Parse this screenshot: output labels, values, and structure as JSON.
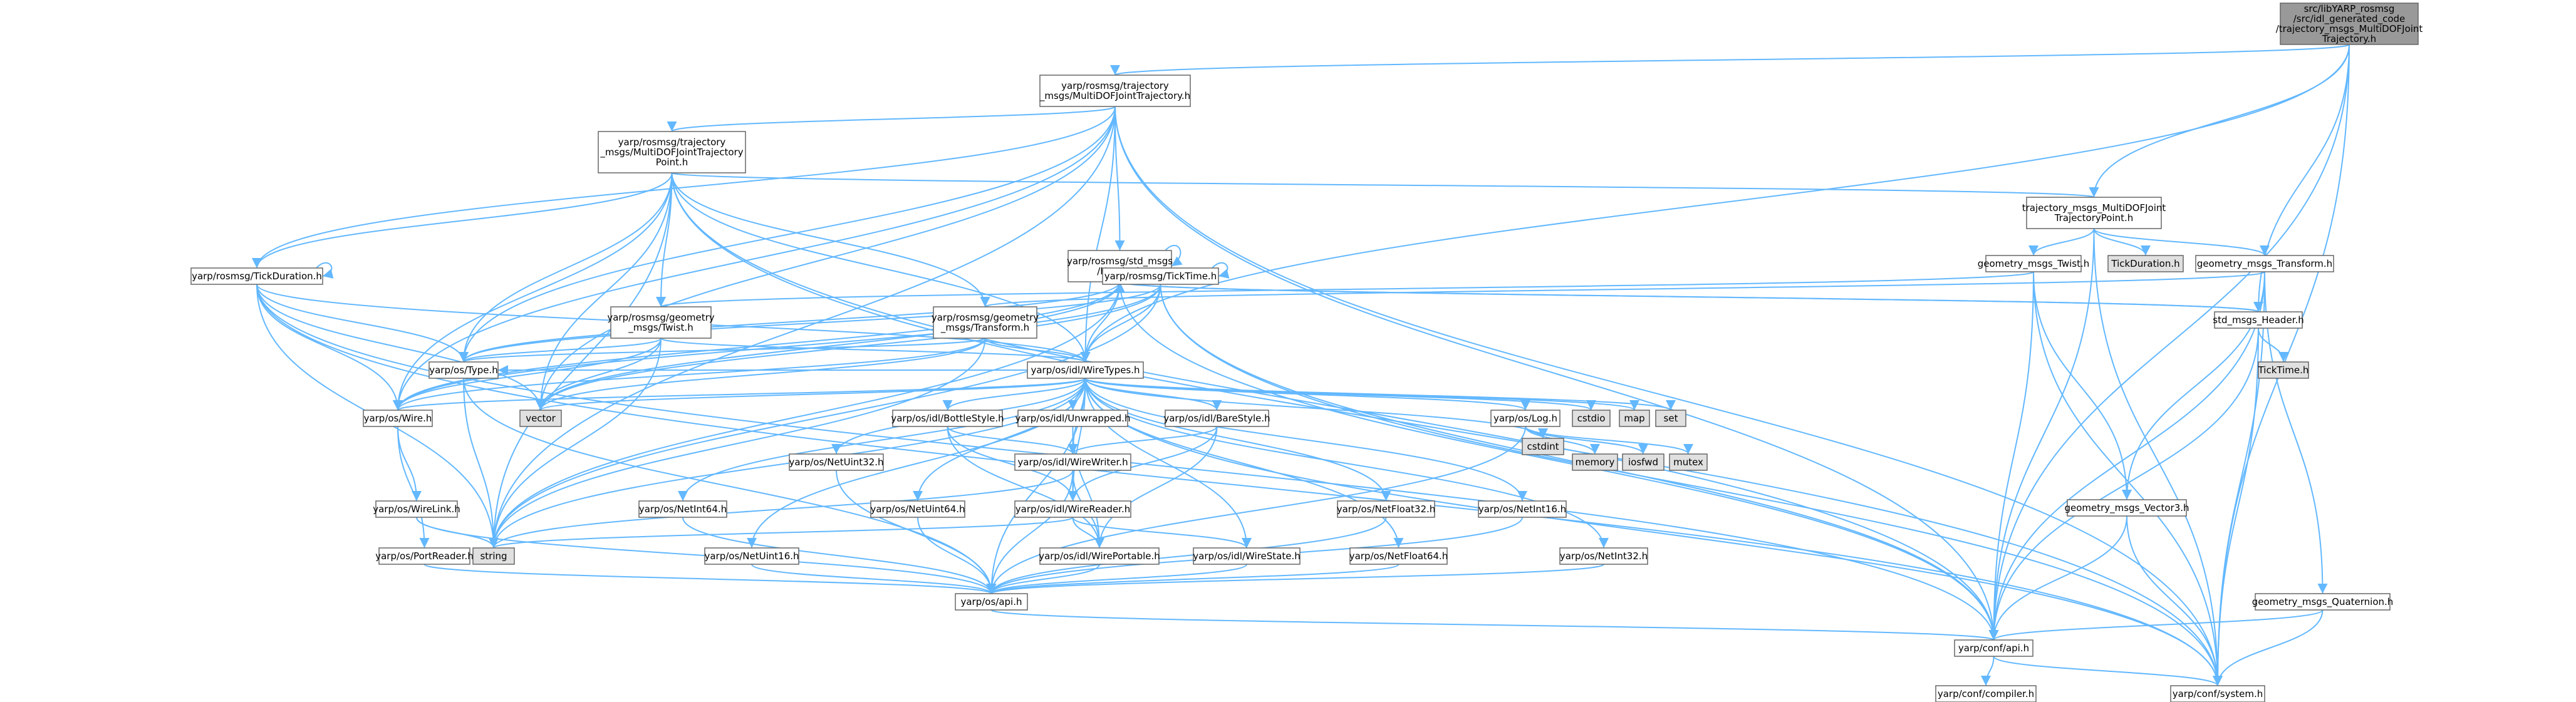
{
  "graph": {
    "nodes": [
      {
        "id": "root",
        "lines": [
          "src/libYARP_rosmsg",
          "/src/idl_generated_code",
          "/trajectory_msgs_MultiDOFJoint",
          "Trajectory.h"
        ],
        "style": "root"
      },
      {
        "id": "traj",
        "lines": [
          "yarp/rosmsg/trajectory",
          "_msgs/MultiDOFJointTrajectory.h"
        ],
        "style": "normal"
      },
      {
        "id": "trajpt",
        "lines": [
          "yarp/rosmsg/trajectory",
          "_msgs/MultiDOFJointTrajectory",
          "Point.h"
        ],
        "style": "normal"
      },
      {
        "id": "trajpt2",
        "lines": [
          "trajectory_msgs_MultiDOFJoint",
          "TrajectoryPoint.h"
        ],
        "style": "normal"
      },
      {
        "id": "header",
        "lines": [
          "yarp/rosmsg/std_msgs",
          "/Header.h"
        ],
        "style": "normal"
      },
      {
        "id": "gtwist",
        "lines": [
          "geometry_msgs_Twist.h"
        ],
        "style": "normal"
      },
      {
        "id": "tickdur2",
        "lines": [
          "TickDuration.h"
        ],
        "style": "gray"
      },
      {
        "id": "gtrans",
        "lines": [
          "geometry_msgs_Transform.h"
        ],
        "style": "normal"
      },
      {
        "id": "stdheader",
        "lines": [
          "std_msgs_Header.h"
        ],
        "style": "normal"
      },
      {
        "id": "ticktime2",
        "lines": [
          "TickTime.h"
        ],
        "style": "gray"
      },
      {
        "id": "tickdur",
        "lines": [
          "yarp/rosmsg/TickDuration.h"
        ],
        "style": "red"
      },
      {
        "id": "rtwist",
        "lines": [
          "yarp/rosmsg/geometry",
          "_msgs/Twist.h"
        ],
        "style": "red"
      },
      {
        "id": "rtrans",
        "lines": [
          "yarp/rosmsg/geometry",
          "_msgs/Transform.h"
        ],
        "style": "red"
      },
      {
        "id": "ticktime",
        "lines": [
          "yarp/rosmsg/TickTime.h"
        ],
        "style": "red"
      },
      {
        "id": "type",
        "lines": [
          "yarp/os/Type.h"
        ],
        "style": "normal"
      },
      {
        "id": "wiretypes",
        "lines": [
          "yarp/os/idl/WireTypes.h"
        ],
        "style": "normal"
      },
      {
        "id": "wire",
        "lines": [
          "yarp/os/Wire.h"
        ],
        "style": "normal"
      },
      {
        "id": "vector",
        "lines": [
          "vector"
        ],
        "style": "gray"
      },
      {
        "id": "cstdio",
        "lines": [
          "cstdio"
        ],
        "style": "gray"
      },
      {
        "id": "map",
        "lines": [
          "map"
        ],
        "style": "gray"
      },
      {
        "id": "set",
        "lines": [
          "set"
        ],
        "style": "gray"
      },
      {
        "id": "cstdint",
        "lines": [
          "cstdint"
        ],
        "style": "gray"
      },
      {
        "id": "memory",
        "lines": [
          "memory"
        ],
        "style": "gray"
      },
      {
        "id": "iosfwd",
        "lines": [
          "iosfwd"
        ],
        "style": "gray"
      },
      {
        "id": "mutex",
        "lines": [
          "mutex"
        ],
        "style": "gray"
      },
      {
        "id": "log",
        "lines": [
          "yarp/os/Log.h"
        ],
        "style": "red"
      },
      {
        "id": "bottlestyle",
        "lines": [
          "yarp/os/idl/BottleStyle.h"
        ],
        "style": "normal"
      },
      {
        "id": "unwrapped",
        "lines": [
          "yarp/os/idl/Unwrapped.h"
        ],
        "style": "normal"
      },
      {
        "id": "barestyle",
        "lines": [
          "yarp/os/idl/BareStyle.h"
        ],
        "style": "normal"
      },
      {
        "id": "wirewriter",
        "lines": [
          "yarp/os/idl/WireWriter.h"
        ],
        "style": "red"
      },
      {
        "id": "wirereader",
        "lines": [
          "yarp/os/idl/WireReader.h"
        ],
        "style": "red"
      },
      {
        "id": "wireportable",
        "lines": [
          "yarp/os/idl/WirePortable.h"
        ],
        "style": "red"
      },
      {
        "id": "wirestate",
        "lines": [
          "yarp/os/idl/WireState.h"
        ],
        "style": "normal"
      },
      {
        "id": "netuint32",
        "lines": [
          "yarp/os/NetUint32.h"
        ],
        "style": "red"
      },
      {
        "id": "netint64",
        "lines": [
          "yarp/os/NetInt64.h"
        ],
        "style": "red"
      },
      {
        "id": "netuint64",
        "lines": [
          "yarp/os/NetUint64.h"
        ],
        "style": "red"
      },
      {
        "id": "netuint16",
        "lines": [
          "yarp/os/NetUint16.h"
        ],
        "style": "red"
      },
      {
        "id": "netfloat32",
        "lines": [
          "yarp/os/NetFloat32.h"
        ],
        "style": "red"
      },
      {
        "id": "netfloat64",
        "lines": [
          "yarp/os/NetFloat64.h"
        ],
        "style": "red"
      },
      {
        "id": "netint16",
        "lines": [
          "yarp/os/NetInt16.h"
        ],
        "style": "red"
      },
      {
        "id": "netint32",
        "lines": [
          "yarp/os/NetInt32.h"
        ],
        "style": "red"
      },
      {
        "id": "wirelink",
        "lines": [
          "yarp/os/WireLink.h"
        ],
        "style": "normal"
      },
      {
        "id": "portreader",
        "lines": [
          "yarp/os/PortReader.h"
        ],
        "style": "normal"
      },
      {
        "id": "string",
        "lines": [
          "string"
        ],
        "style": "gray"
      },
      {
        "id": "osapi",
        "lines": [
          "yarp/os/api.h"
        ],
        "style": "normal"
      },
      {
        "id": "gvec3",
        "lines": [
          "geometry_msgs_Vector3.h"
        ],
        "style": "red"
      },
      {
        "id": "gquat",
        "lines": [
          "geometry_msgs_Quaternion.h"
        ],
        "style": "red"
      },
      {
        "id": "confapi",
        "lines": [
          "yarp/conf/api.h"
        ],
        "style": "normal"
      },
      {
        "id": "compiler",
        "lines": [
          "yarp/conf/compiler.h"
        ],
        "style": "normal"
      },
      {
        "id": "system",
        "lines": [
          "yarp/conf/system.h"
        ],
        "style": "normal"
      }
    ],
    "edges": [
      [
        "root",
        "traj"
      ],
      [
        "root",
        "trajpt2"
      ],
      [
        "root",
        "stdheader"
      ],
      [
        "root",
        "wiretypes"
      ],
      [
        "root",
        "confapi"
      ],
      [
        "root",
        "system"
      ],
      [
        "traj",
        "trajpt"
      ],
      [
        "traj",
        "header"
      ],
      [
        "traj",
        "type"
      ],
      [
        "traj",
        "wiretypes"
      ],
      [
        "traj",
        "wire"
      ],
      [
        "traj",
        "vector"
      ],
      [
        "traj",
        "string"
      ],
      [
        "traj",
        "confapi"
      ],
      [
        "traj",
        "system"
      ],
      [
        "traj",
        "tickdur"
      ],
      [
        "trajpt",
        "trajpt2"
      ],
      [
        "trajpt",
        "tickdur"
      ],
      [
        "trajpt",
        "rtwist"
      ],
      [
        "trajpt",
        "rtrans"
      ],
      [
        "trajpt",
        "type"
      ],
      [
        "trajpt",
        "wiretypes"
      ],
      [
        "trajpt",
        "wire"
      ],
      [
        "trajpt",
        "vector"
      ],
      [
        "trajpt",
        "string"
      ],
      [
        "trajpt",
        "confapi"
      ],
      [
        "trajpt",
        "system"
      ],
      [
        "trajpt2",
        "gtwist"
      ],
      [
        "trajpt2",
        "tickdur2"
      ],
      [
        "trajpt2",
        "gtrans"
      ],
      [
        "trajpt2",
        "confapi"
      ],
      [
        "trajpt2",
        "system"
      ],
      [
        "header",
        "ticktime"
      ],
      [
        "header",
        "type"
      ],
      [
        "header",
        "wiretypes"
      ],
      [
        "header",
        "wire"
      ],
      [
        "header",
        "vector"
      ],
      [
        "header",
        "string"
      ],
      [
        "header",
        "confapi"
      ],
      [
        "header",
        "stdheader"
      ],
      [
        "header",
        "header"
      ],
      [
        "gtwist",
        "rtwist"
      ],
      [
        "gtwist",
        "gvec3"
      ],
      [
        "gtwist",
        "confapi"
      ],
      [
        "gtwist",
        "system"
      ],
      [
        "gtrans",
        "rtrans"
      ],
      [
        "gtrans",
        "gvec3"
      ],
      [
        "gtrans",
        "gquat"
      ],
      [
        "gtrans",
        "confapi"
      ],
      [
        "gtrans",
        "system"
      ],
      [
        "stdheader",
        "header"
      ],
      [
        "stdheader",
        "ticktime2"
      ],
      [
        "stdheader",
        "confapi"
      ],
      [
        "stdheader",
        "system"
      ],
      [
        "tickdur",
        "type"
      ],
      [
        "tickdur",
        "wiretypes"
      ],
      [
        "tickdur",
        "wire"
      ],
      [
        "tickdur",
        "vector"
      ],
      [
        "tickdur",
        "string"
      ],
      [
        "tickdur",
        "confapi"
      ],
      [
        "tickdur",
        "system"
      ],
      [
        "tickdur",
        "tickdur"
      ],
      [
        "rtwist",
        "type"
      ],
      [
        "rtwist",
        "wiretypes"
      ],
      [
        "rtwist",
        "wire"
      ],
      [
        "rtwist",
        "vector"
      ],
      [
        "rtwist",
        "string"
      ],
      [
        "rtrans",
        "type"
      ],
      [
        "rtrans",
        "wiretypes"
      ],
      [
        "rtrans",
        "wire"
      ],
      [
        "rtrans",
        "vector"
      ],
      [
        "rtrans",
        "string"
      ],
      [
        "ticktime",
        "type"
      ],
      [
        "ticktime",
        "wiretypes"
      ],
      [
        "ticktime",
        "wire"
      ],
      [
        "ticktime",
        "vector"
      ],
      [
        "ticktime",
        "string"
      ],
      [
        "ticktime",
        "confapi"
      ],
      [
        "ticktime",
        "system"
      ],
      [
        "ticktime",
        "ticktime"
      ],
      [
        "type",
        "osapi"
      ],
      [
        "type",
        "string"
      ],
      [
        "wire",
        "wirelink"
      ],
      [
        "wire",
        "portreader"
      ],
      [
        "wirelink",
        "osapi"
      ],
      [
        "wirelink",
        "string"
      ],
      [
        "portreader",
        "osapi"
      ],
      [
        "wiretypes",
        "vector"
      ],
      [
        "wiretypes",
        "cstdio"
      ],
      [
        "wiretypes",
        "map"
      ],
      [
        "wiretypes",
        "set"
      ],
      [
        "wiretypes",
        "cstdint"
      ],
      [
        "wiretypes",
        "log"
      ],
      [
        "wiretypes",
        "bottlestyle"
      ],
      [
        "wiretypes",
        "unwrapped"
      ],
      [
        "wiretypes",
        "barestyle"
      ],
      [
        "wiretypes",
        "wirewriter"
      ],
      [
        "wiretypes",
        "wirereader"
      ],
      [
        "wiretypes",
        "wirestate"
      ],
      [
        "wiretypes",
        "netuint32"
      ],
      [
        "wiretypes",
        "netint64"
      ],
      [
        "wiretypes",
        "netuint64"
      ],
      [
        "wiretypes",
        "netuint16"
      ],
      [
        "wiretypes",
        "netfloat32"
      ],
      [
        "wiretypes",
        "netfloat64"
      ],
      [
        "wiretypes",
        "netint16"
      ],
      [
        "wiretypes",
        "netint32"
      ],
      [
        "wiretypes",
        "string"
      ],
      [
        "wiretypes",
        "system"
      ],
      [
        "wiretypes",
        "type"
      ],
      [
        "wiretypes",
        "wire"
      ],
      [
        "wiretypes",
        "osapi"
      ],
      [
        "log",
        "cstdint"
      ],
      [
        "log",
        "memory"
      ],
      [
        "log",
        "iosfwd"
      ],
      [
        "log",
        "mutex"
      ],
      [
        "log",
        "osapi"
      ],
      [
        "bottlestyle",
        "wirewriter"
      ],
      [
        "bottlestyle",
        "wirereader"
      ],
      [
        "bottlestyle",
        "wireportable"
      ],
      [
        "unwrapped",
        "wirewriter"
      ],
      [
        "unwrapped",
        "wirereader"
      ],
      [
        "unwrapped",
        "wireportable"
      ],
      [
        "barestyle",
        "wirewriter"
      ],
      [
        "barestyle",
        "wirereader"
      ],
      [
        "barestyle",
        "wireportable"
      ],
      [
        "wirewriter",
        "wirereader"
      ],
      [
        "wirewriter",
        "wireportable"
      ],
      [
        "wirewriter",
        "osapi"
      ],
      [
        "wirewriter",
        "string"
      ],
      [
        "wirereader",
        "wireportable"
      ],
      [
        "wirereader",
        "wirestate"
      ],
      [
        "wirereader",
        "string"
      ],
      [
        "wireportable",
        "osapi"
      ],
      [
        "wirestate",
        "osapi"
      ],
      [
        "netuint32",
        "osapi"
      ],
      [
        "netint64",
        "osapi"
      ],
      [
        "netuint64",
        "osapi"
      ],
      [
        "netuint16",
        "osapi"
      ],
      [
        "netfloat32",
        "osapi"
      ],
      [
        "netfloat64",
        "osapi"
      ],
      [
        "netint16",
        "osapi"
      ],
      [
        "netint32",
        "osapi"
      ],
      [
        "osapi",
        "confapi"
      ],
      [
        "gvec3",
        "confapi"
      ],
      [
        "gvec3",
        "system"
      ],
      [
        "gquat",
        "confapi"
      ],
      [
        "gquat",
        "system"
      ],
      [
        "confapi",
        "compiler"
      ],
      [
        "confapi",
        "system"
      ]
    ]
  },
  "colors": {
    "edge": "#63b8ff",
    "node_fill": "#ffffff",
    "node_stroke": "#666666",
    "root_fill": "#999999",
    "gray_fill": "#e0e0e0",
    "red_stroke": "#ff0000"
  }
}
